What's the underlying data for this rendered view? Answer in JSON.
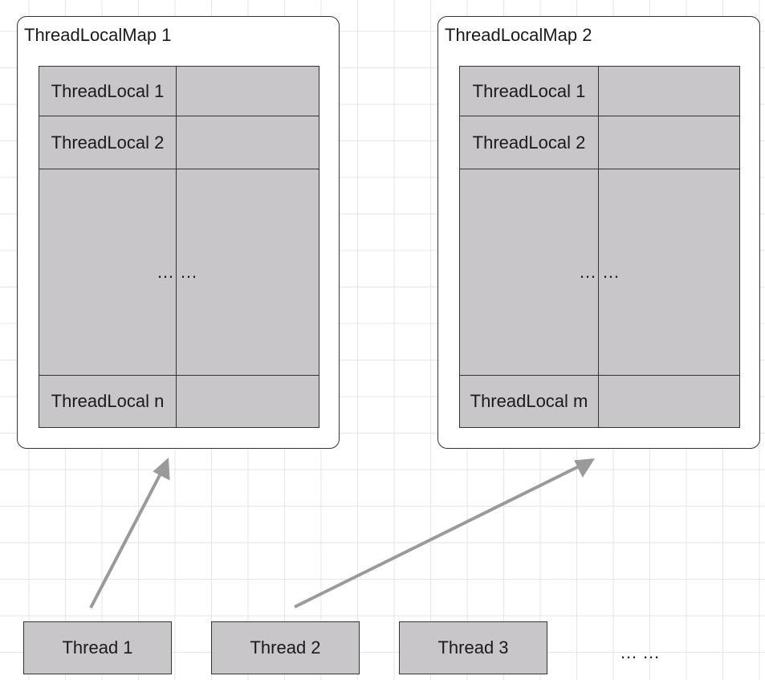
{
  "maps": [
    {
      "title": "ThreadLocalMap 1",
      "rows": [
        {
          "key": "ThreadLocal 1"
        },
        {
          "key": "ThreadLocal 2"
        },
        {
          "ellipsis_left": "…",
          "ellipsis_right": "…"
        },
        {
          "key": "ThreadLocal n"
        }
      ]
    },
    {
      "title": "ThreadLocalMap 2",
      "rows": [
        {
          "key": "ThreadLocal 1"
        },
        {
          "key": "ThreadLocal 2"
        },
        {
          "ellipsis_left": "…",
          "ellipsis_right": "…"
        },
        {
          "key": "ThreadLocal m"
        }
      ]
    }
  ],
  "threads": [
    {
      "label": "Thread 1"
    },
    {
      "label": "Thread 2"
    },
    {
      "label": "Thread 3"
    }
  ],
  "more_threads": "… …",
  "arrows": [
    {
      "from": "Thread 1",
      "to": "ThreadLocalMap 1"
    },
    {
      "from": "Thread 2",
      "to": "ThreadLocalMap 2"
    }
  ],
  "colors": {
    "cell_fill": "#c9c6c9",
    "border": "#333333",
    "arrow": "#9a9a9a"
  }
}
